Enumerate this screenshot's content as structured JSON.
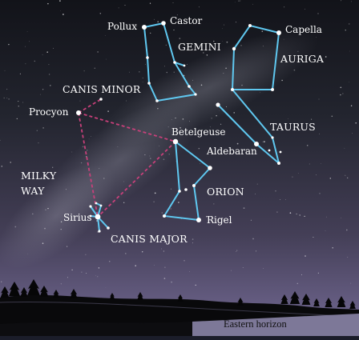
{
  "sky_labels": {
    "gemini": "GEMINI",
    "auriga": "AURIGA",
    "canis_minor": "CANIS MINOR",
    "taurus": "TAURUS",
    "milky_way_line1": "MILKY",
    "milky_way_line2": "WAY",
    "orion": "ORION",
    "canis_major": "CANIS MAJOR"
  },
  "star_labels": {
    "pollux": "Pollux",
    "castor": "Castor",
    "capella": "Capella",
    "procyon": "Procyon",
    "betelgeuse": "Betelgeuse",
    "aldebaran": "Aldebaran",
    "sirius": "Sirius",
    "rigel": "Rigel"
  },
  "horizon": {
    "label": "Eastern horizon"
  },
  "colors": {
    "constellation_lines": "#5fc8f0",
    "winter_triangle": "#c8407a",
    "sky_top": "#15171f",
    "sky_bottom": "#6b628c",
    "ground": "#0a0a0c",
    "ground_band": "#8a84a4"
  }
}
